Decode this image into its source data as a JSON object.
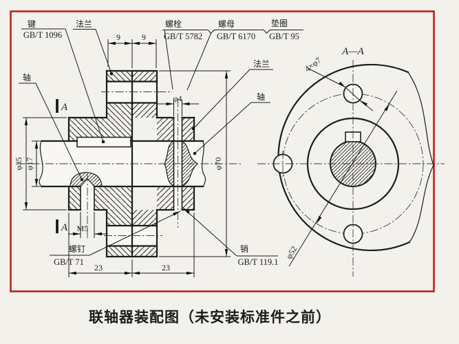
{
  "caption": "联轴器装配图（未安装标准件之前）",
  "section": {
    "title": "A—A",
    "mark": "A"
  },
  "labels": {
    "key_name": "键",
    "key_std": "GB/T 1096",
    "flange_left": "法兰",
    "bolt_name": "螺栓",
    "bolt_std": "GB/T 5782",
    "nut_name": "螺母",
    "nut_std": "GB/T 6170",
    "washer_name": "垫圈",
    "washer_std": "GB/T 95",
    "shaft_left": "轴",
    "flange_right": "法兰",
    "shaft_right": "轴",
    "screw_name": "螺钉",
    "screw_std": "GB/T 71",
    "pin_name": "销",
    "pin_std": "GB/T 119.1"
  },
  "dimensions": {
    "flange_thickness_left": "9",
    "flange_thickness_right": "9",
    "pin_hole_dia": "φ4",
    "hub_dia": "φ35",
    "shaft_dia": "φ17",
    "flange_dia": "φ70",
    "hub_length_left": "23",
    "hub_length_right": "23",
    "screw_thread": "M5",
    "bolt_holes": "4×φ7",
    "bolt_circle_dia": "φ52"
  },
  "colors": {
    "line": "#1c1c1c",
    "border_red": "#bf211c",
    "background": "#f3f1ec"
  }
}
